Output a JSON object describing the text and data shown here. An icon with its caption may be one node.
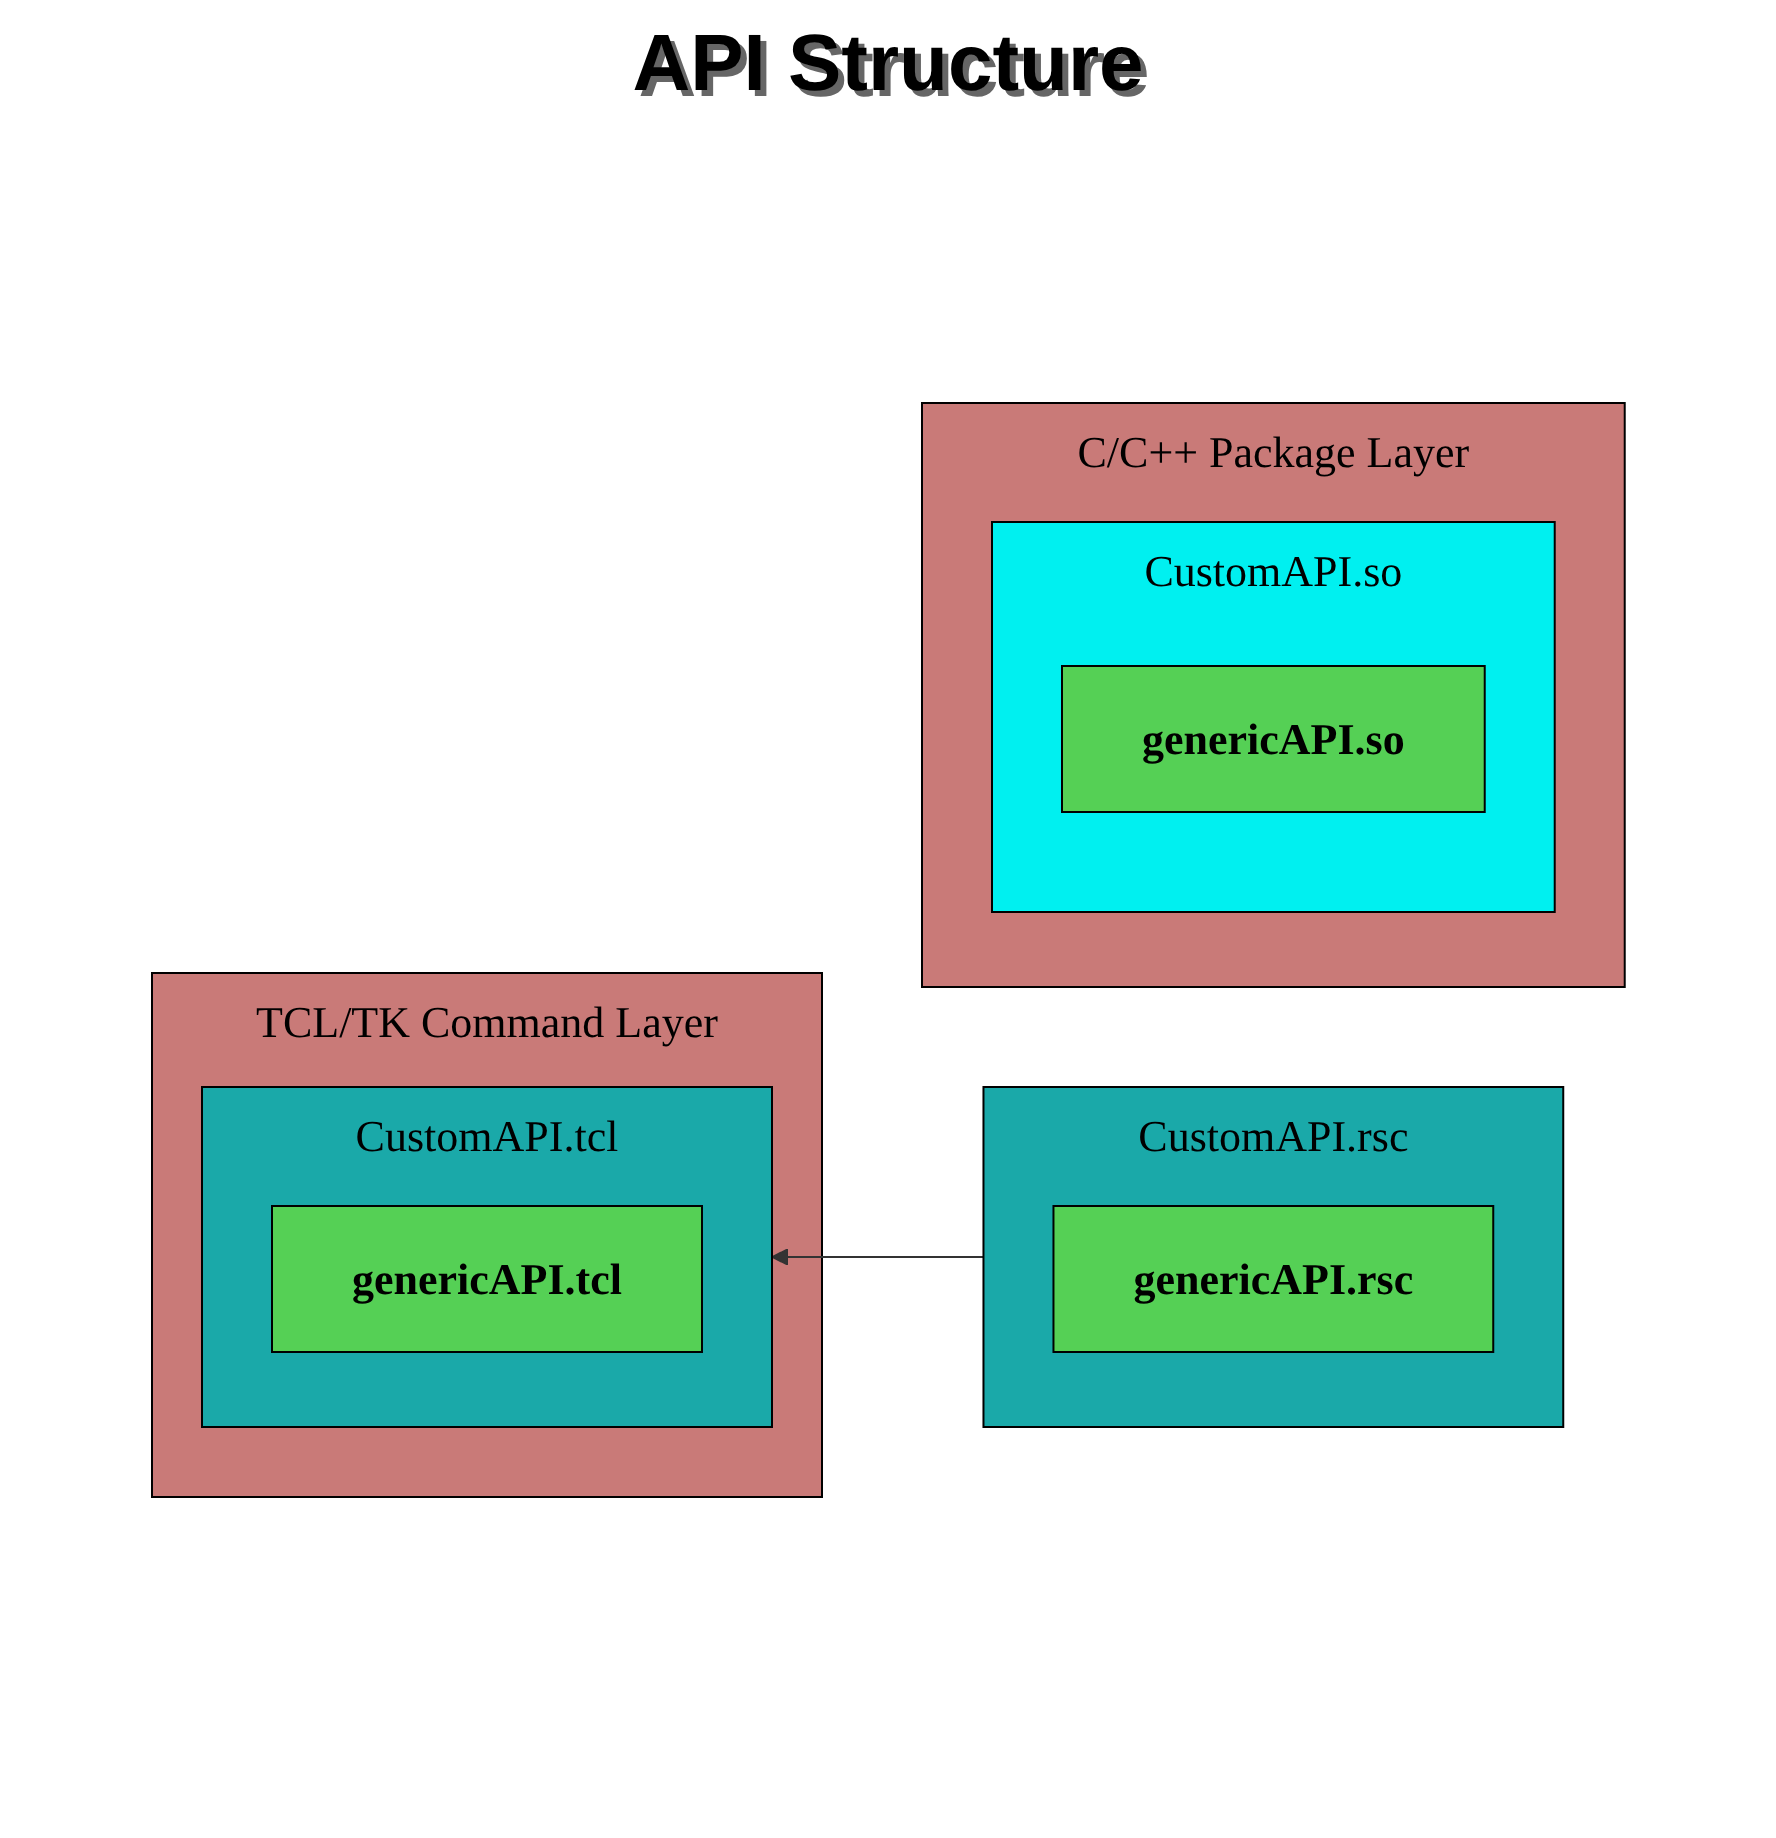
{
  "diagram": {
    "title": "API Structure",
    "nodes": [
      {
        "text": [
          "TCL/TK Command Layer"
        ]
      },
      {
        "text": [
          "CustomAPI.tcl"
        ],
        "in": 0
      },
      {
        "text": [
          "genericAPI.tcl"
        ],
        "in": 1
      },
      {
        "text": [
          "CustomAPI.rsc"
        ]
      },
      {
        "text": [
          "genericAPI.rsc"
        ],
        "in": 3
      },
      {
        "text": [
          "C/C++ Package Layer"
        ]
      },
      {
        "text": [
          "CustomAPI.so"
        ],
        "in": 5
      },
      {
        "text": [
          "genericAPI.so"
        ],
        "in": 6
      }
    ],
    "edges": [
      {
        "from": 3,
        "to": 1,
        "arrow": "to"
      }
    ]
  }
}
